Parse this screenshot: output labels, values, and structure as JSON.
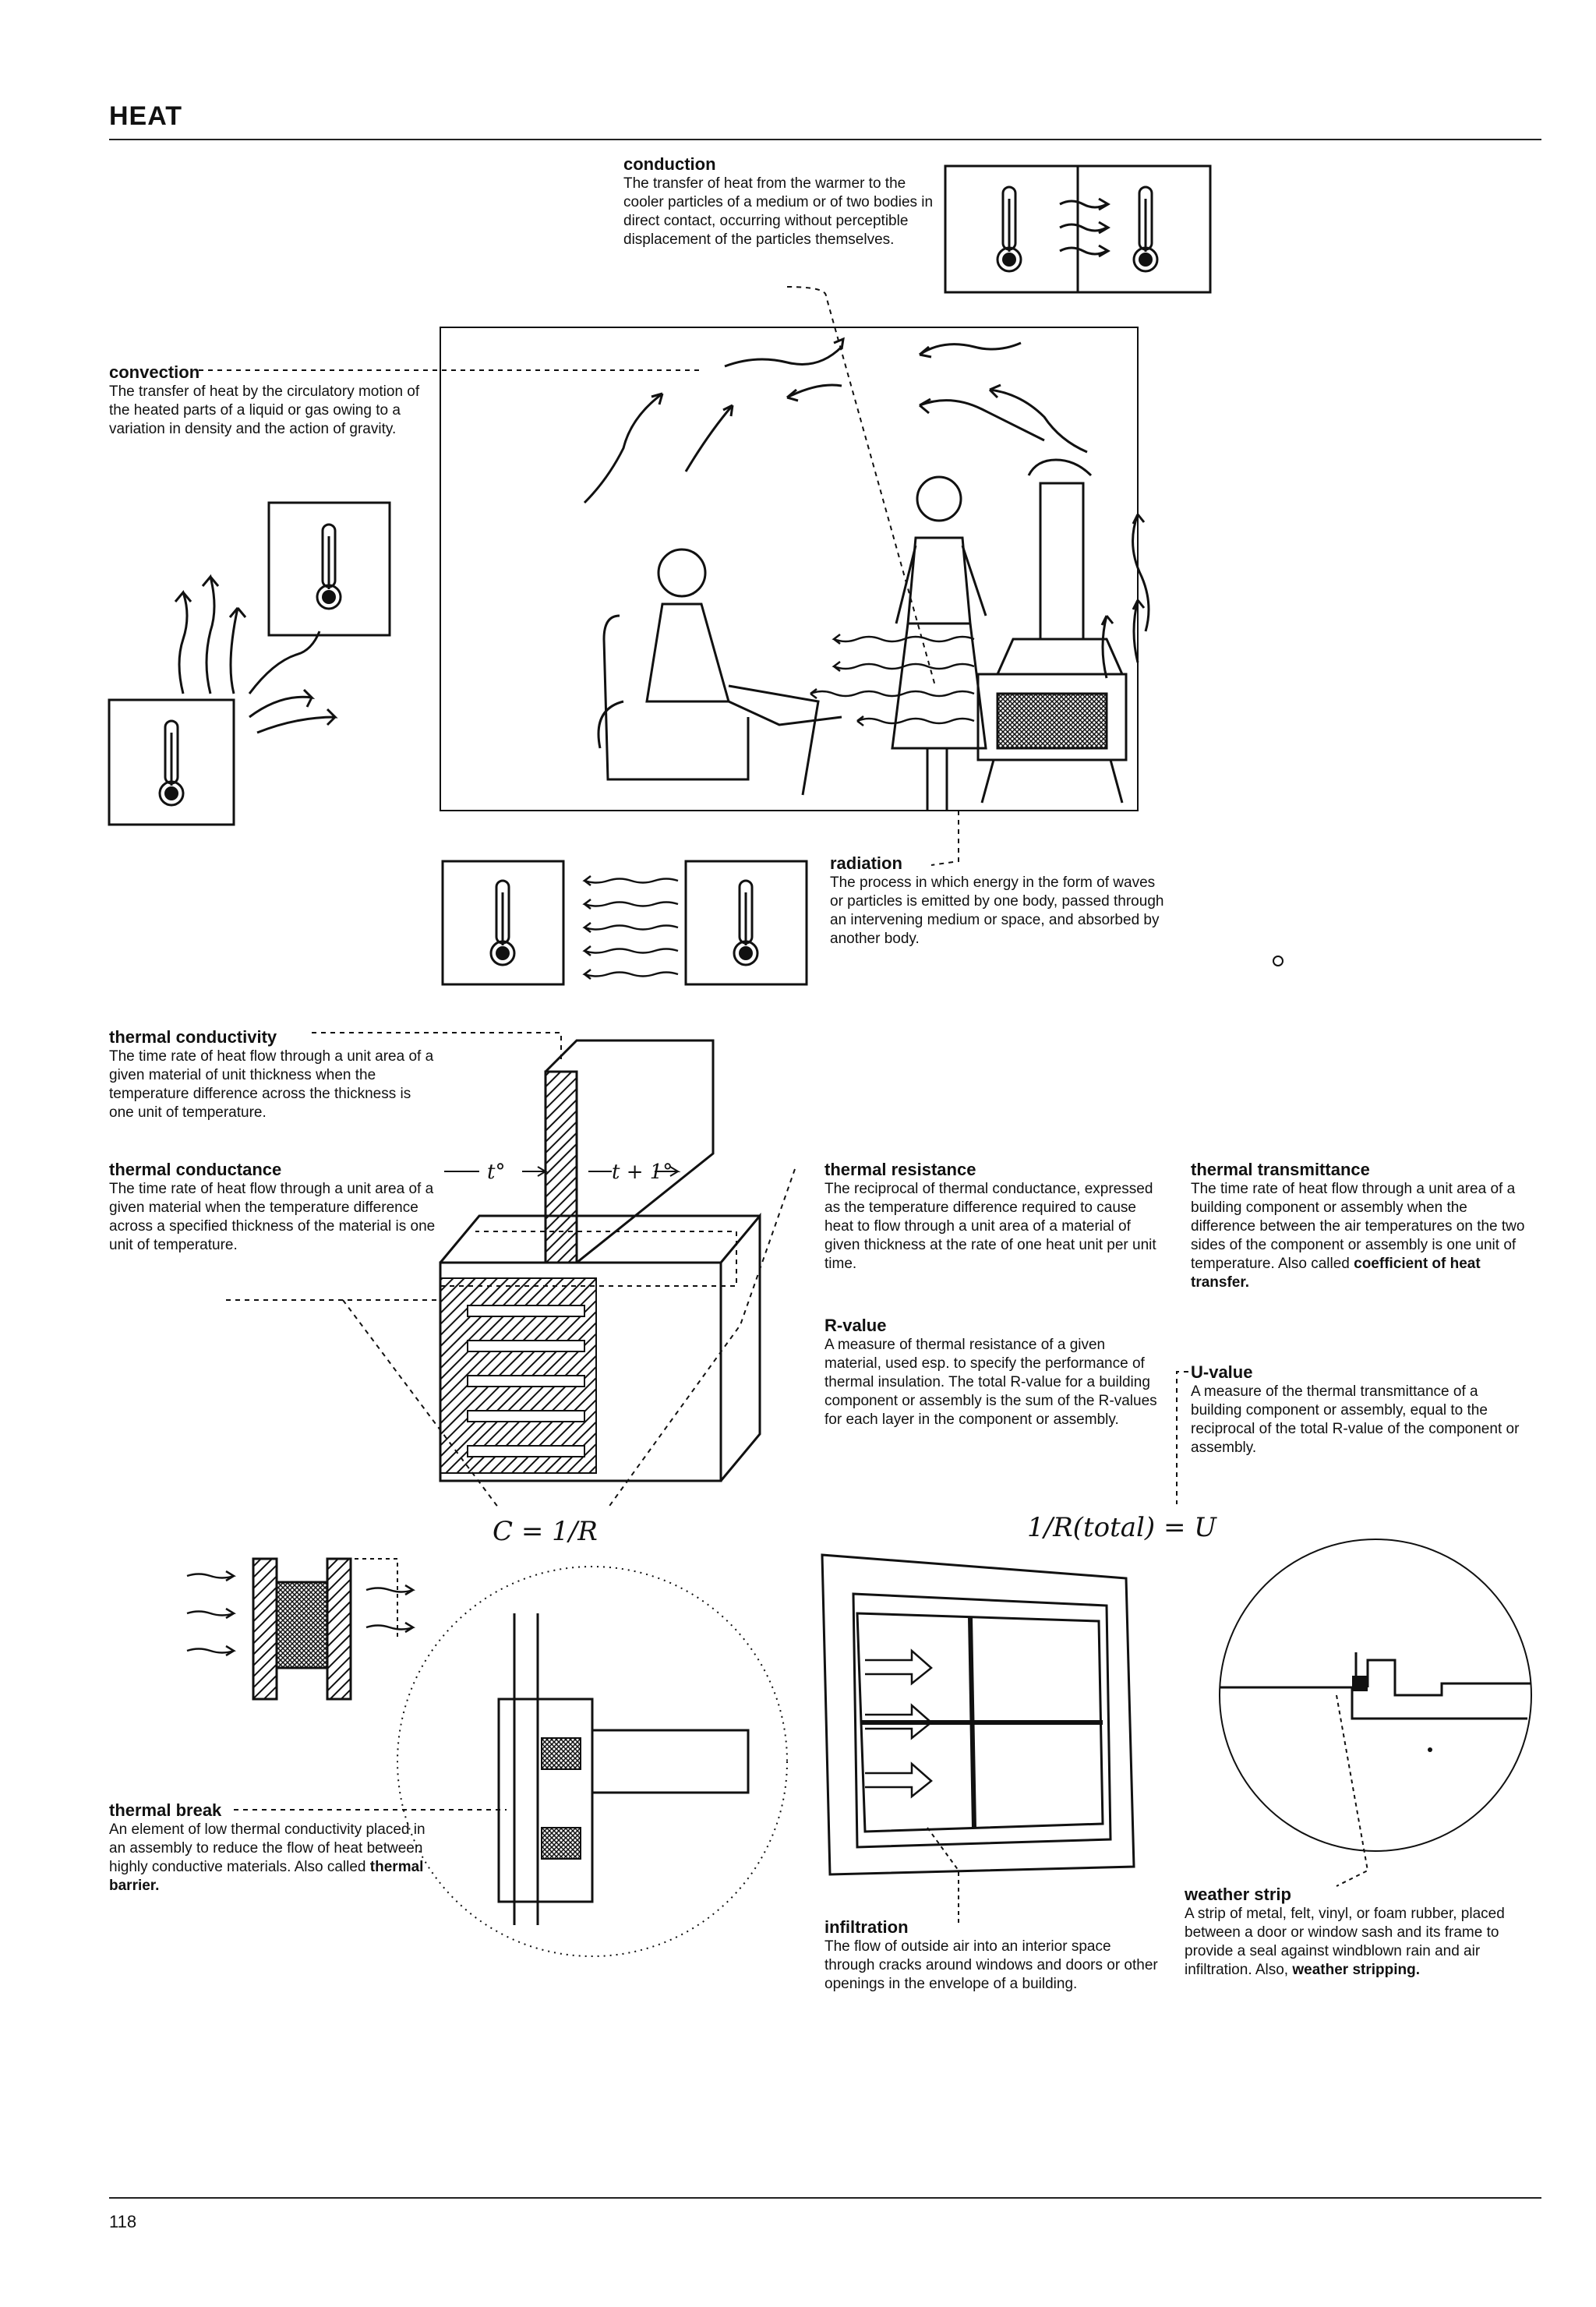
{
  "header": {
    "title": "HEAT"
  },
  "conduction": {
    "term": "conduction",
    "definition": "The transfer of heat from the warmer to the cooler particles of a medium or of two bodies in direct contact, occurring without perceptible displacement of the particles themselves."
  },
  "convection": {
    "term": "convection",
    "definition": "The transfer of heat by the circulatory motion of the heated parts of a liquid or gas owing to a variation in density and the action of gravity."
  },
  "radiation": {
    "term": "radiation",
    "definition": "The process in which energy in the form of waves or particles is emitted by one body, passed through an intervening medium or space, and absorbed by another body."
  },
  "thermal_conductivity": {
    "term": "thermal conductivity",
    "definition": "The time rate of heat flow through a unit area of a given material of unit thickness when the temperature difference across the thickness is one unit of temperature."
  },
  "thermal_conductance": {
    "term": "thermal conductance",
    "definition": "The time rate of heat flow through a unit area of a given material when the temperature difference across a specified thickness of the material is one unit of temperature."
  },
  "thermal_resistance": {
    "term": "thermal resistance",
    "definition": "The reciprocal of thermal conductance, expressed as the temperature difference required to cause heat to flow through a unit area of a material of given thickness at the rate of one heat unit per unit time."
  },
  "r_value": {
    "term": "R-value",
    "def_part1": "A measure of thermal resistance of a given material, used esp. to specify the performance of thermal insulation. The total R-value for a building component or assembly is the sum of the R-values for each layer in the component or assembly."
  },
  "thermal_transmittance": {
    "term": "thermal transmittance",
    "def_part1": "The time rate of heat flow through a unit area of a building component or assembly when the difference between the air temperatures on the two sides of the component or assembly is one unit of temperature. Also called",
    "also_called": "coefficient of heat transfer."
  },
  "u_value": {
    "term": "U-value",
    "definition": "A measure of the thermal transmittance of a building component or assembly, equal to the reciprocal of the total R-value of the component or assembly."
  },
  "thermal_break": {
    "term": "thermal break",
    "def_part1": "An element of low thermal conductivity placed in an assembly to reduce the flow of heat between highly conductive materials. Also called",
    "also_called": "thermal barrier."
  },
  "infiltration": {
    "term": "infiltration",
    "definition": "The flow of outside air into an interior space through cracks around windows and doors or other openings in the envelope of a building."
  },
  "weather_strip": {
    "term": "weather strip",
    "def_part1": "A strip of metal, felt, vinyl, or foam rubber, placed between a door or window sash and its frame to provide a seal against windblown rain and air infiltration. Also,",
    "also_called": "weather stripping."
  },
  "formulas": {
    "conductance": "C = 1/R",
    "transmittance": "1/R(total) = U",
    "t_label": "t°",
    "t_plus_label": "t + 1°"
  },
  "footer": {
    "page_number": "118"
  }
}
